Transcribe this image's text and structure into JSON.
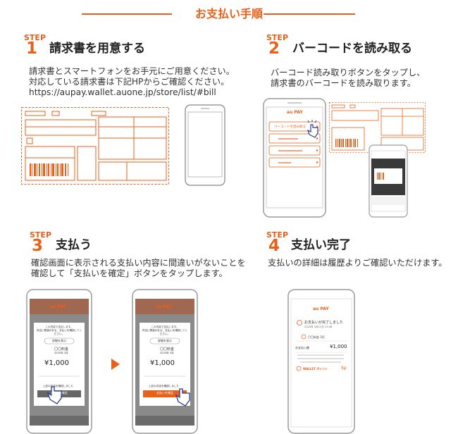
{
  "header": {
    "title": "お支払い手順"
  },
  "steps": [
    {
      "label": "STEP",
      "number": "1",
      "title": "請求書を用意する",
      "description": "請求書とスマートフォンをお手元にご用意ください。\n対応している請求書は下記HPからご確認ください。\nhttps://aupay.wallet.auone.jp/store/list/#bill"
    },
    {
      "label": "STEP",
      "number": "2",
      "title": "バーコードを読み取る",
      "description": "バーコード読み取りボタンをタップし、\n請求書のバーコードを読み取ります。"
    },
    {
      "label": "STEP",
      "number": "3",
      "title": "支払う",
      "description": "確認画面に表示される支払い内容に間違いがないことを\n確認して「支払いを確定」ボタンをタップします。"
    },
    {
      "label": "STEP",
      "number": "4",
      "title": "支払い完了",
      "description": "支払いの詳細は履歴よりご確認いただけます。"
    }
  ],
  "app": {
    "logo": "au PAY",
    "menu_barcode": "バーコードを読み取る",
    "confirm_text": "この内容で支払します。\n内容に間違がある、支払いを確認してください。",
    "detail_link": "詳細を表示",
    "payee": "〇〇料金",
    "period": "2020年 3月",
    "amount": "¥1,000",
    "agree_text": "上記の内容を確認しました",
    "confirm_button": "支払いを確定",
    "done_title": "お支払いが完了しました",
    "done_date": "2020年 3月12日 15:46",
    "payee_row": "〇〇料金 3月",
    "amount_label": "お支払い額",
    "point_label": "WALLET ポイント",
    "point_value": "5p"
  },
  "colors": {
    "accent": "#e8601a",
    "accent_light": "#f2a57d",
    "phone_frame": "#9a9a9a"
  }
}
